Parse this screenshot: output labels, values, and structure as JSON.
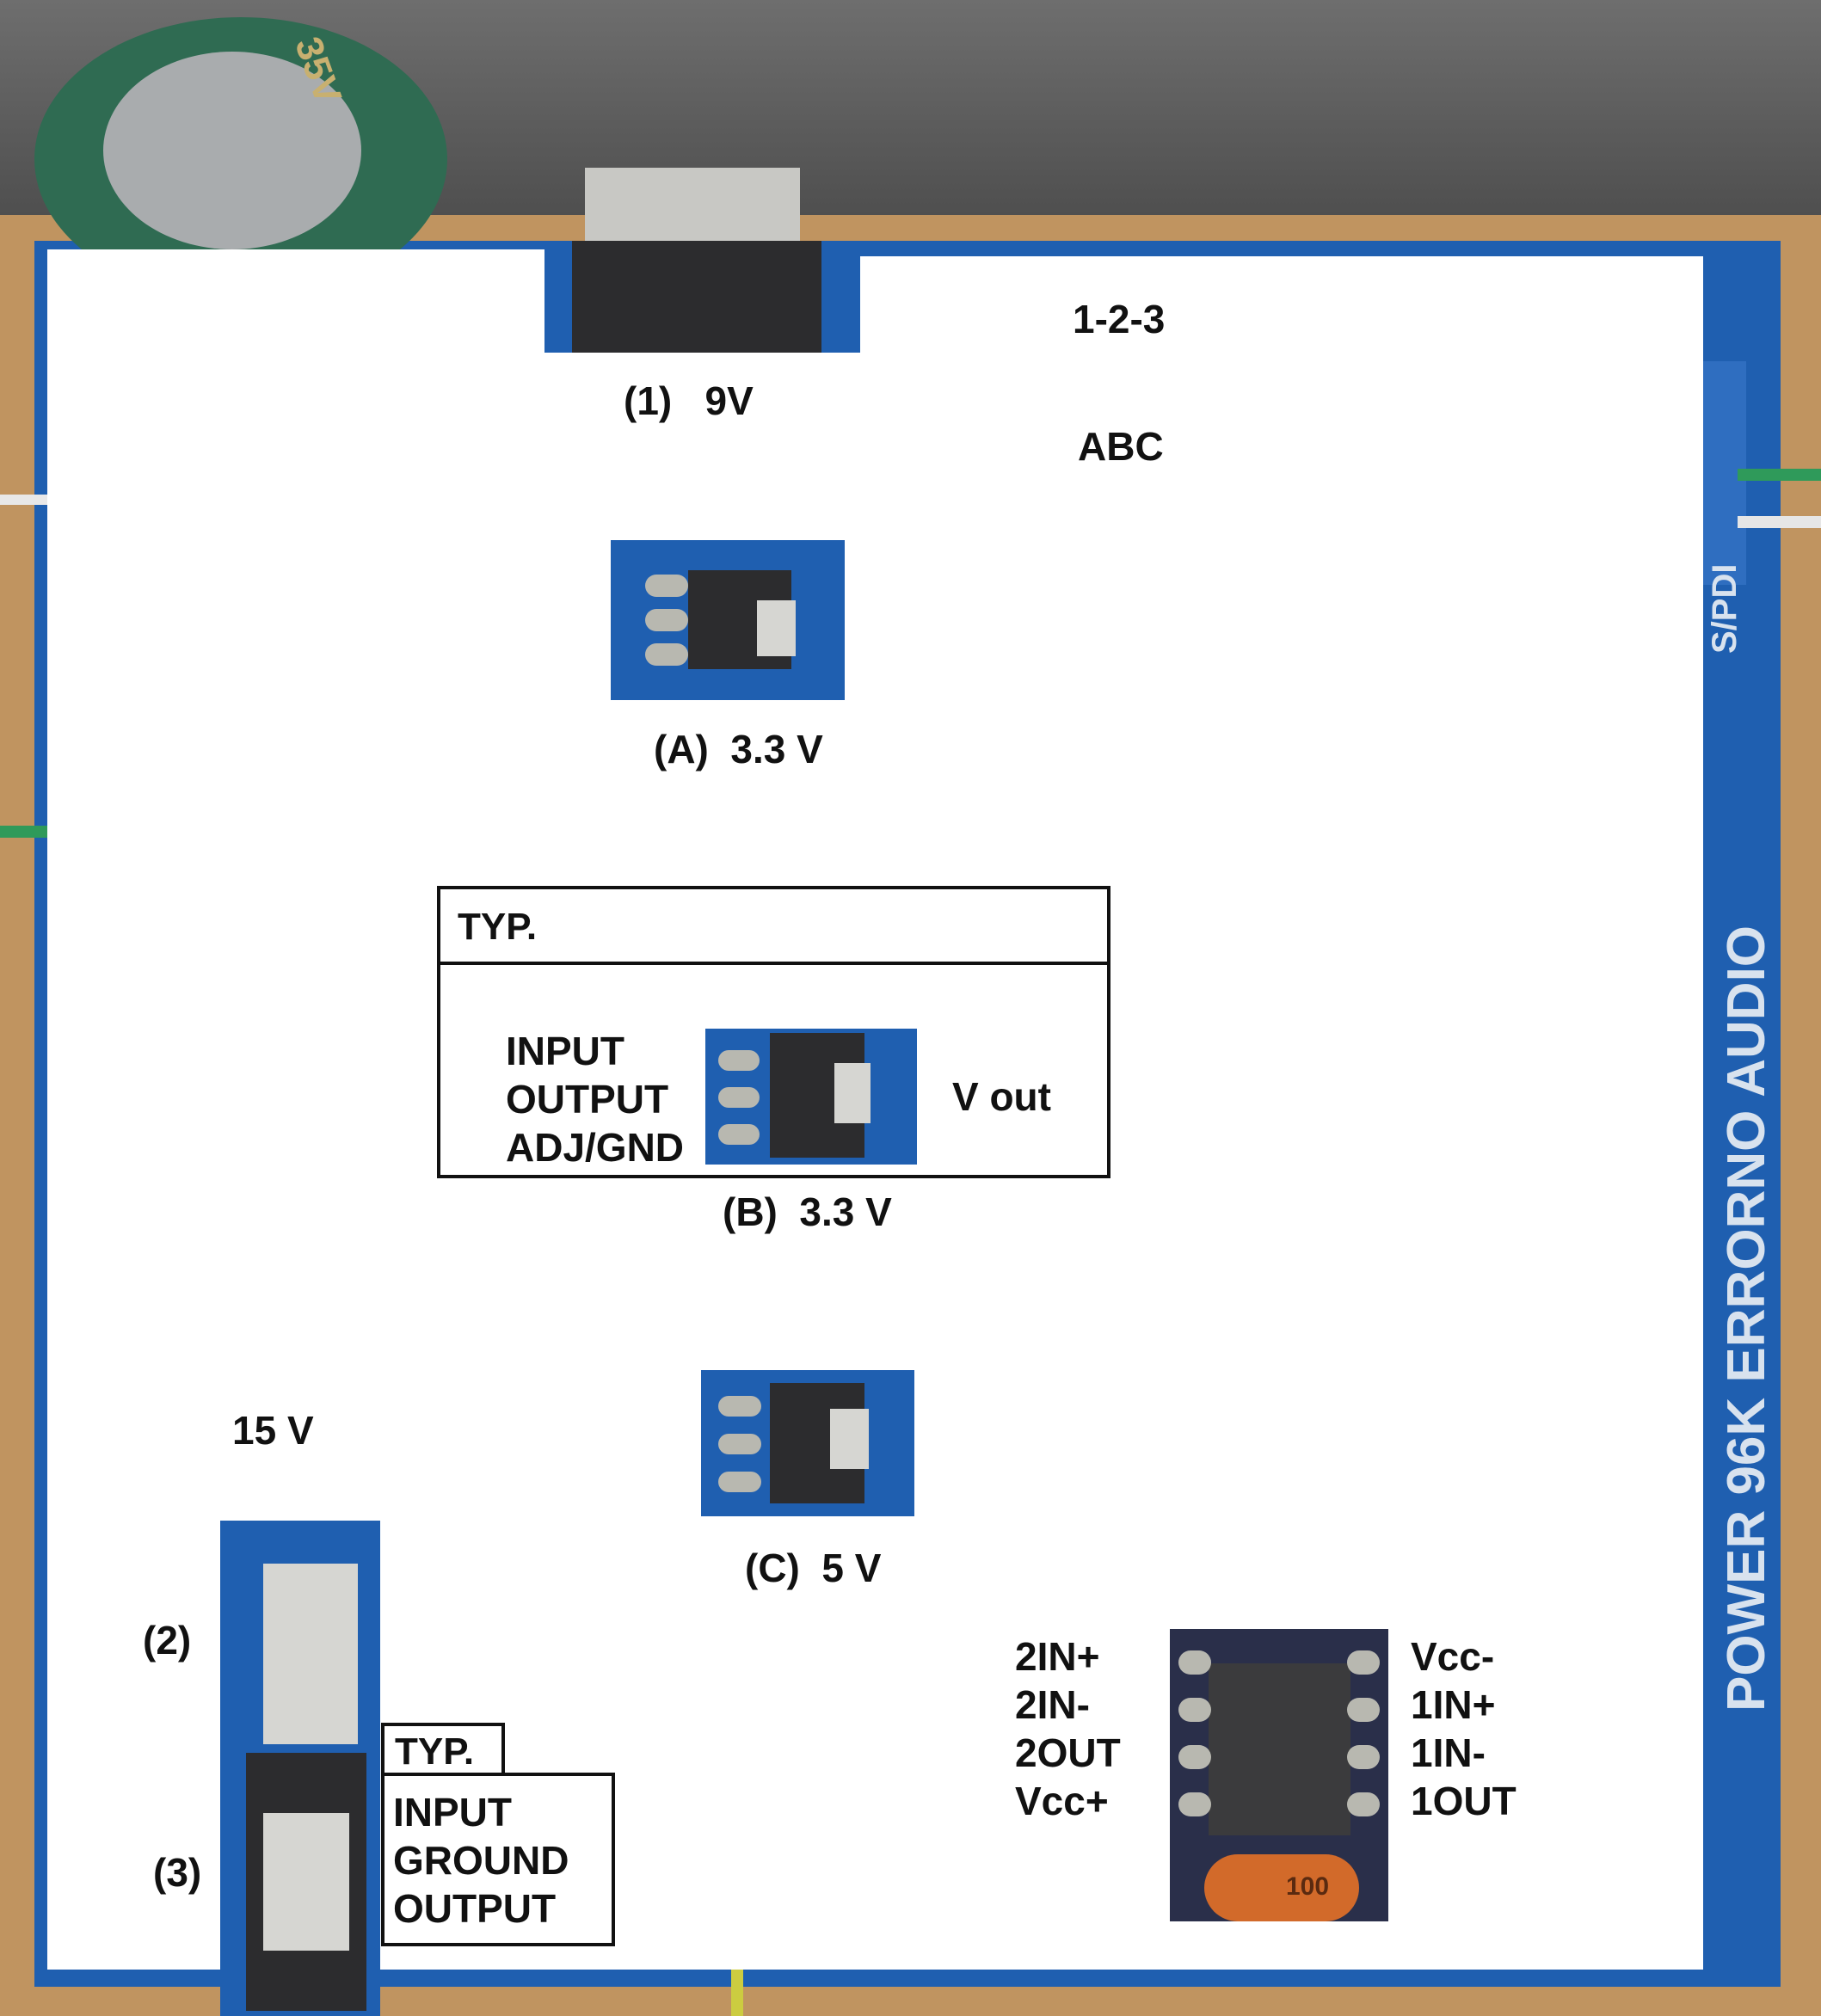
{
  "board": {
    "silkscreen_right": "POWER  96K  ERRORNO  AUDIO",
    "silkscreen_spdif": "S/PDI",
    "cap_text": "35V"
  },
  "labels": {
    "one_two_three": "1-2-3",
    "abc": "ABC",
    "reg_1": "(1)   9V",
    "reg_a": "(A)  3.3 V",
    "reg_b": "(B)  3.3 V",
    "reg_c": "(C)  5 V",
    "v15": "15 V",
    "reg_2": "(2)",
    "reg_3": "(3)"
  },
  "typ_box_1": {
    "header": "TYP.",
    "pins": [
      "INPUT",
      "OUTPUT",
      "ADJ/GND"
    ],
    "vout": "V out"
  },
  "typ_box_2": {
    "header": "TYP.",
    "pins": [
      "INPUT",
      "GROUND",
      "OUTPUT"
    ]
  },
  "opamp": {
    "left_pins": [
      "2IN+",
      "2IN-",
      "2OUT",
      "Vcc+"
    ],
    "right_pins": [
      "Vcc-",
      "1IN+",
      "1IN-",
      "1OUT"
    ],
    "cap_marking": "100"
  }
}
